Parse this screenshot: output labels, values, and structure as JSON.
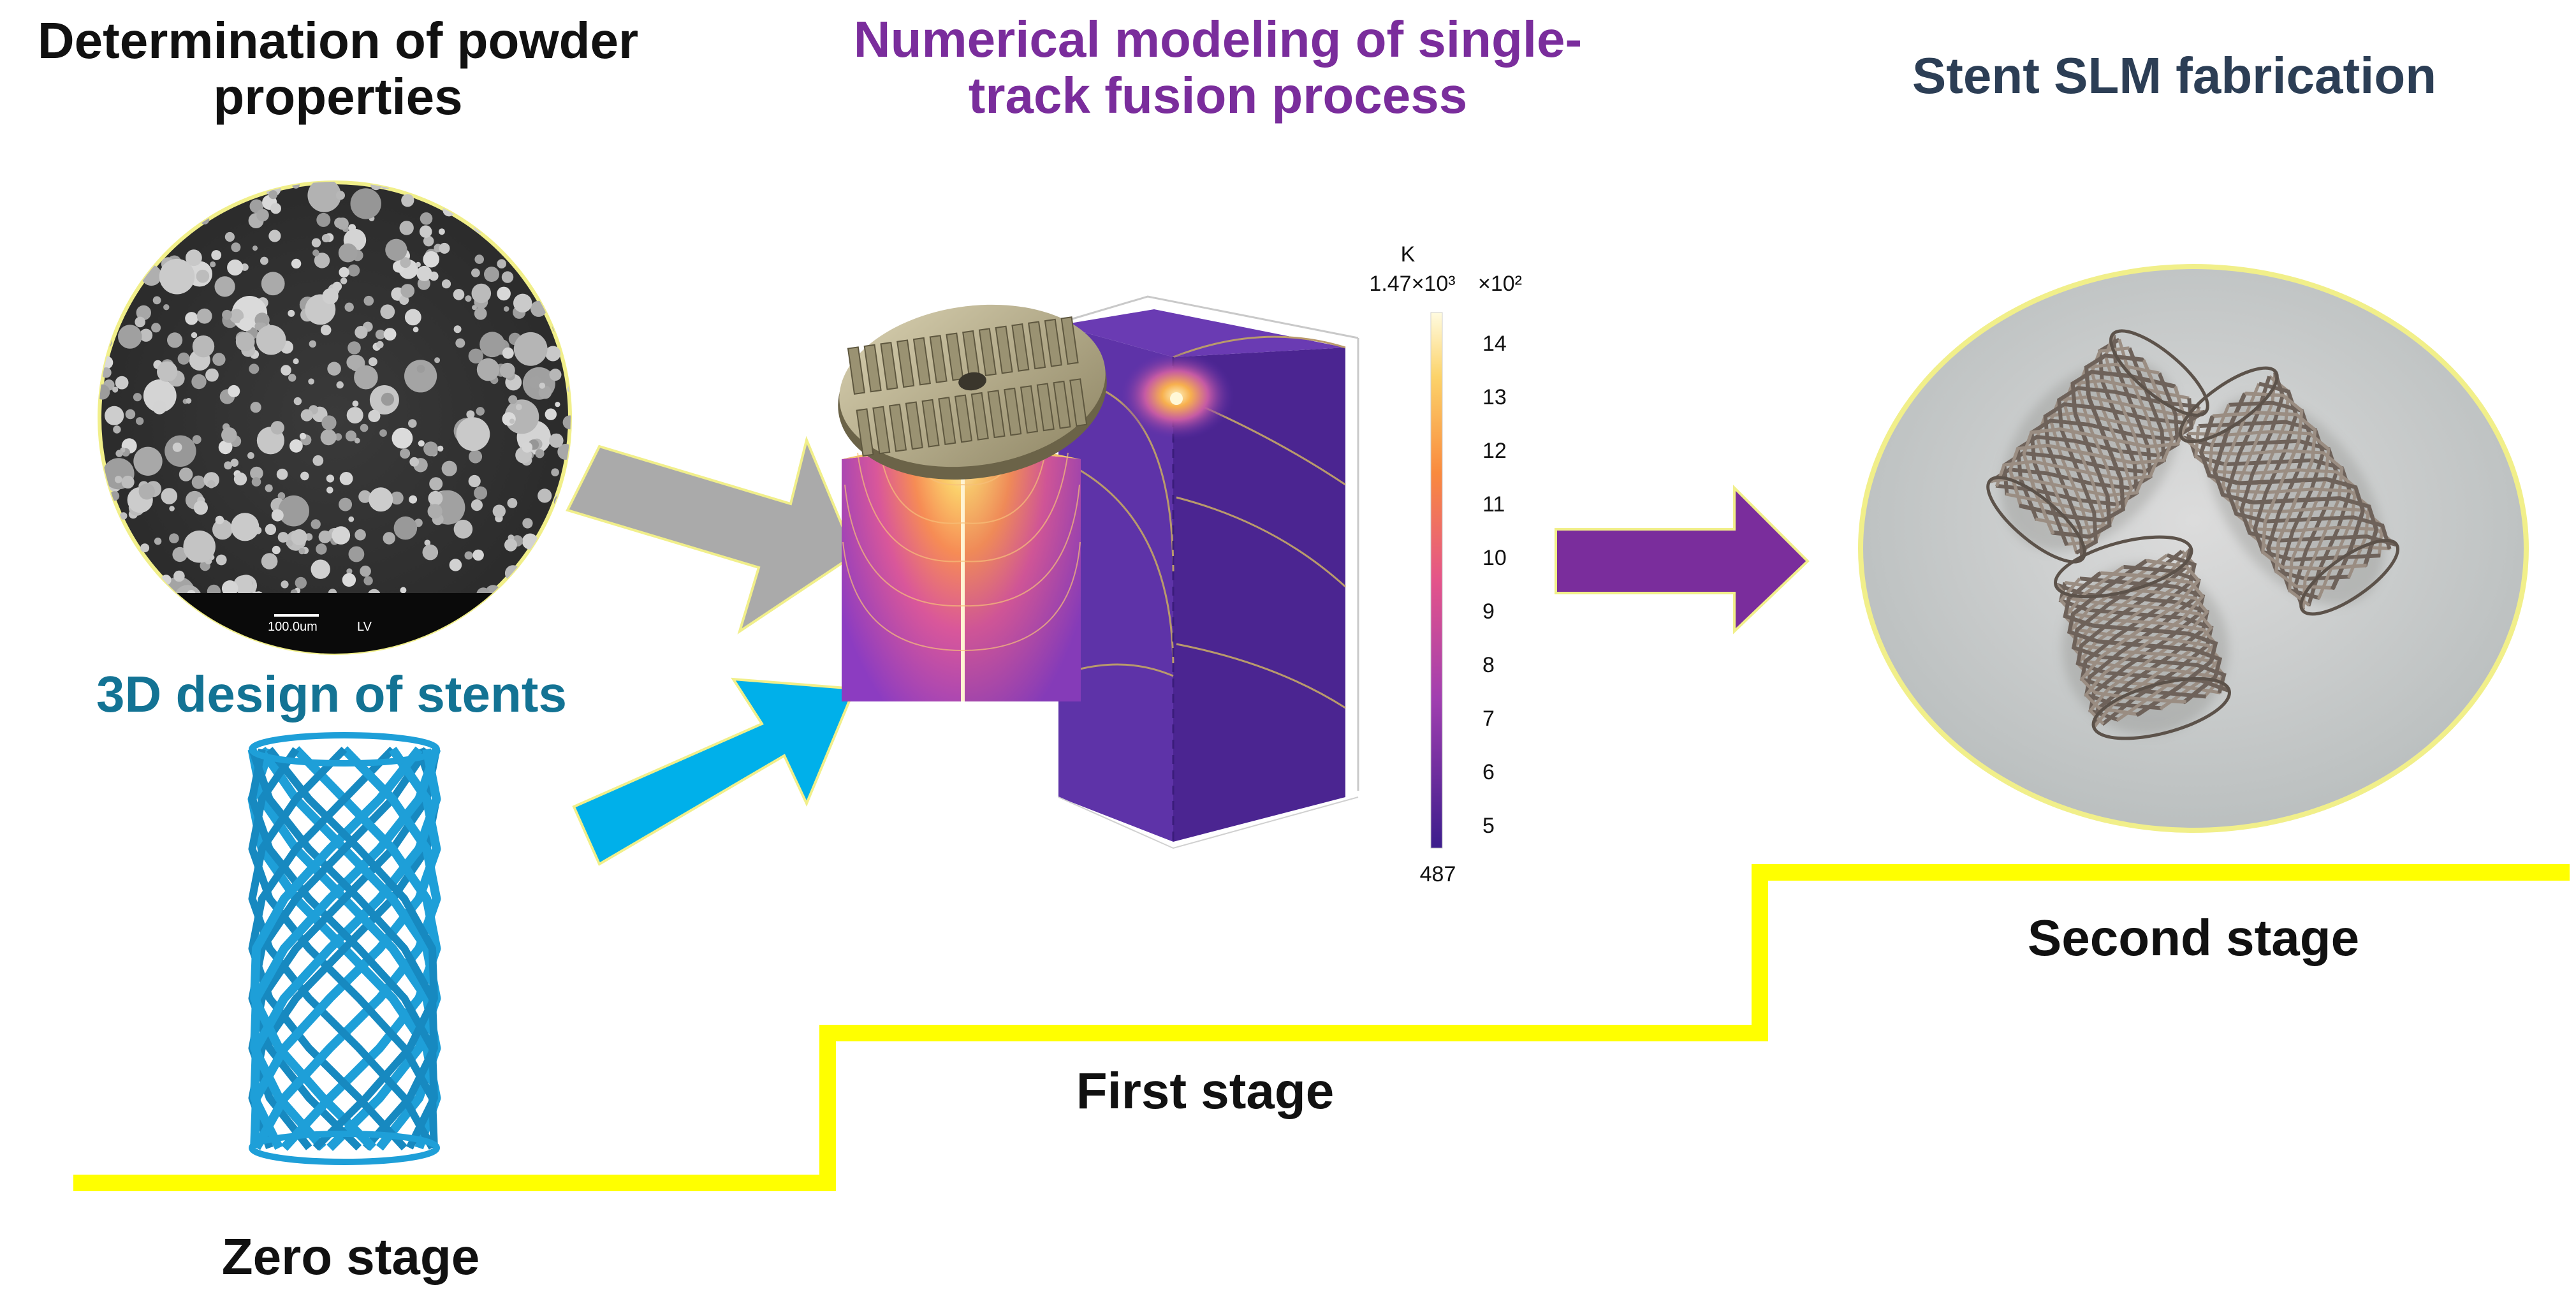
{
  "headings": {
    "powder": "Determination of powder properties",
    "numerical": "Numerical modeling of single-track fusion process",
    "fabrication": "Stent SLM fabrication",
    "design": "3D design of stents"
  },
  "stages": {
    "zero": "Zero stage",
    "first": "First stage",
    "second": "Second stage"
  },
  "sem": {
    "scale_bar": "100.0um",
    "mode": "LV"
  },
  "colorbar": {
    "unit": "K",
    "max_label": "1.47×10³",
    "min_label": "487",
    "multiplier": "×10²",
    "ticks": [
      "14",
      "13",
      "12",
      "11",
      "10",
      "9",
      "8",
      "7",
      "6",
      "5"
    ]
  },
  "colors": {
    "stair": "#ffff00",
    "arrow_gray": "#aaaaaa",
    "arrow_blue": "#00b0ea",
    "arrow_purple": "#7a2d9c",
    "stent_blue": "#1e9fd8"
  }
}
